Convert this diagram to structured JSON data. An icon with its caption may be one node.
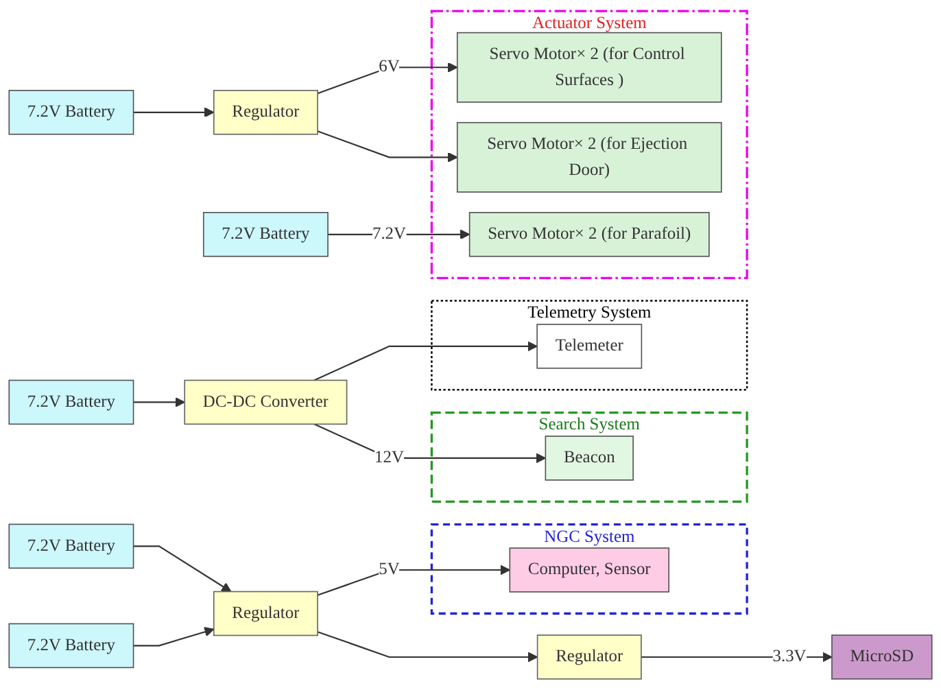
{
  "diagram": {
    "nodes": [
      {
        "text": [
          "7.2V Battery"
        ]
      },
      {
        "text": [
          "7.2V Battery"
        ]
      },
      {
        "text": [
          "Regulator"
        ]
      },
      {
        "text": [
          "NGC System"
        ]
      },
      {
        "text": [
          "Computer, Sensor"
        ],
        "in": 3
      },
      {
        "text": [
          "Regulator"
        ]
      },
      {
        "text": [
          "MicroSD"
        ]
      },
      {
        "text": [
          "7.2V Battery"
        ]
      },
      {
        "text": [
          "DC-DC Converter"
        ]
      },
      {
        "text": [
          "Search System"
        ]
      },
      {
        "text": [
          "Beacon"
        ],
        "in": 9
      },
      {
        "text": [
          "Telemetry System"
        ]
      },
      {
        "text": [
          "Telemeter"
        ],
        "in": 11
      },
      {
        "text": [
          "7.2V Battery"
        ]
      },
      {
        "text": [
          "Regulator"
        ]
      },
      {
        "text": [
          "7.2V Battery"
        ]
      },
      {
        "text": [
          "Actuator System"
        ]
      },
      {
        "text": [
          "Servo Motor× 2 (for Control Surfaces )"
        ],
        "in": 16
      },
      {
        "text": [
          "Servo Motor× 2 (for Ejection Door)"
        ],
        "in": 16
      },
      {
        "text": [
          "Servo Motor× 2 (for Parafoil)"
        ],
        "in": 16
      }
    ],
    "edges": [
      {
        "from": 0,
        "to": 2,
        "arrow": "to"
      },
      {
        "from": 1,
        "to": 2,
        "arrow": "to"
      },
      {
        "from": 2,
        "to": 4,
        "arrow": "to",
        "label": "5V"
      },
      {
        "from": 2,
        "to": 5,
        "arrow": "to"
      },
      {
        "from": 5,
        "to": 6,
        "arrow": "to",
        "label": "3.3V"
      },
      {
        "from": 7,
        "to": 8,
        "arrow": "to"
      },
      {
        "from": 8,
        "to": 10,
        "arrow": "to",
        "label": "12V"
      },
      {
        "from": 8,
        "to": 12,
        "arrow": "to"
      },
      {
        "from": 13,
        "to": 14,
        "arrow": "to"
      },
      {
        "from": 14,
        "to": 17,
        "arrow": "to",
        "label": "6V"
      },
      {
        "from": 14,
        "to": 18,
        "arrow": "to"
      },
      {
        "from": 15,
        "to": 19,
        "arrow": "to",
        "label": "7.2V"
      }
    ]
  }
}
